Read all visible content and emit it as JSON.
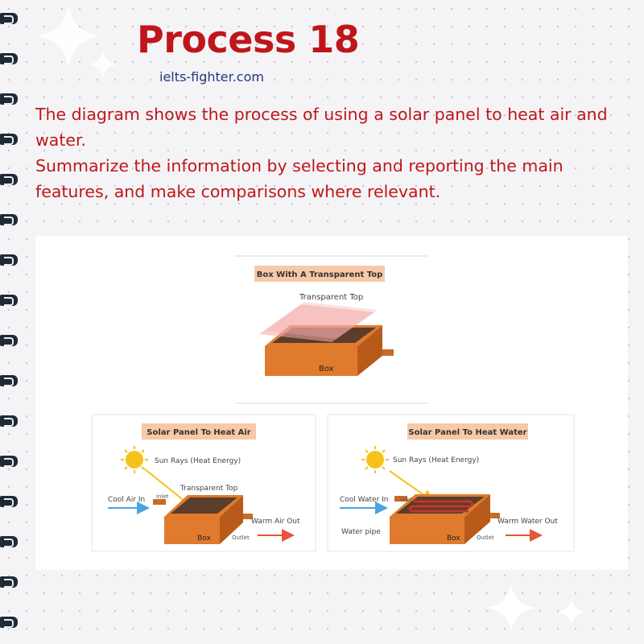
{
  "header": {
    "title": "Process 18",
    "website": "ielts-fighter.com"
  },
  "prompt": {
    "line1": "The diagram shows the process of using a solar panel to heat air and water.",
    "line2": "Summarize the information by selecting and reporting the main features, and make comparisons where relevant."
  },
  "diagram": {
    "box_section": {
      "heading": "Box With A Transparent Top",
      "transparent_top_label": "Transparent Top",
      "box_label": "Box"
    },
    "air_section": {
      "heading": "Solar Panel To Heat Air",
      "sun_label": "Sun Rays (Heat Energy)",
      "transparent_top_label": "Transparent Top",
      "inlet_label": "Inlet",
      "inflow_label": "Cool Air In",
      "outflow_label": "Warm Air Out",
      "box_label": "Box",
      "outlet_label": "Outlet"
    },
    "water_section": {
      "heading": "Solar Panel To Heat Water",
      "sun_label": "Sun Rays (Heat Energy)",
      "inlet_label": "Inlet",
      "inflow_label": "Cool Water In",
      "pipe_label": "Water pipe",
      "outflow_label": "Warm Water Out",
      "box_label": "Box",
      "outlet_label": "Outlet"
    },
    "colors": {
      "box_orange": "#e07b2e",
      "box_dark": "#b85a1a",
      "box_inner": "#5a3d2b",
      "heading_bg": "#f7c9a6",
      "glass": "#f4a9a9",
      "sun": "#f6c21a",
      "cool_arrow": "#4aa3df",
      "warm_arrow": "#e8553a",
      "pipe": "#c4352b"
    }
  }
}
